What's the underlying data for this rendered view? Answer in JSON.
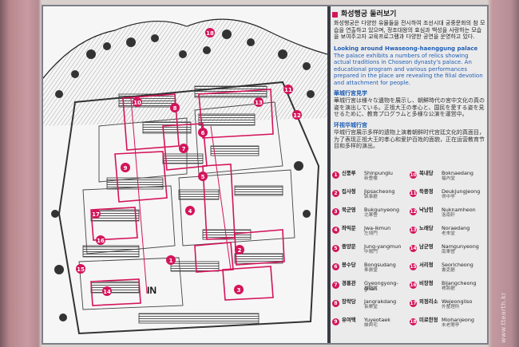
{
  "sign": {
    "title_ko": "화성행궁 둘러보기",
    "desc_ko": "화성행궁은 다양한 유물들을 전시하여 조선시대 궁중문화의 참 모습을 연출하고 있으며, 정조대왕의 효심과 백성을 사랑하는 모습을 보여주고자 교육프로그램과 다양한 공연을 운영하고 있다.",
    "title_en": "Looking around Hwaseong-haenggung palace",
    "desc_en": "The palace exhibits a numbers of relics showing actual traditions in Choseon dynasty's palace. An educational program and various performances prepared in the place are revealing the filial devotion and attachment for people.",
    "title_ja": "華城行宮見学",
    "desc_ja": "華城行宮は様々な遺物を展示し、朝鮮時代の宮中文化の真の姿を演出している。正祖大王の孝心と、国民を愛する姿を見せるために、教育プログラムと多様な公演を運営中。",
    "title_zh": "环视华城行宫",
    "desc_zh": "华城行宫展示多样的遗物上演着朝鲜时代宫廷文化的真面目，为了表现正祖大王的孝心和爱护百姓的面貌，正在运营教育节目和多样的演出。"
  },
  "map": {
    "entrance_label": "IN",
    "markers": [
      "1",
      "2",
      "3",
      "4",
      "5",
      "6",
      "7",
      "8",
      "9",
      "10",
      "11",
      "12",
      "13",
      "14",
      "15",
      "16",
      "17",
      "18"
    ]
  },
  "legend": [
    {
      "num": "1",
      "ko": "신풍루",
      "ro": "Shinpunglu",
      "hj": "新豊樓"
    },
    {
      "num": "2",
      "ko": "집사청",
      "ro": "Jipsacheong",
      "hj": "執事廳"
    },
    {
      "num": "3",
      "ko": "북군영",
      "ro": "Bukgunyeong",
      "hj": "北軍營"
    },
    {
      "num": "4",
      "ko": "좌익문",
      "ro": "Jwa-ikmun",
      "hj": "左翊門"
    },
    {
      "num": "5",
      "ko": "중양문",
      "ro": "Jung-yangmun",
      "hj": "中陽門"
    },
    {
      "num": "6",
      "ko": "봉수당",
      "ro": "Bongsudang",
      "hj": "奉壽堂"
    },
    {
      "num": "7",
      "ko": "경룡관",
      "ro": "Gyeongyong-ghan",
      "hj": "景龍館"
    },
    {
      "num": "8",
      "ko": "장락당",
      "ro": "Jangrakdang",
      "hj": "長樂堂"
    },
    {
      "num": "9",
      "ko": "유여택",
      "ro": "Yuyeotaek",
      "hj": "維與宅"
    },
    {
      "num": "10",
      "ko": "복내당",
      "ro": "Boknaedang",
      "hj": "福內堂"
    },
    {
      "num": "11",
      "ko": "득중정",
      "ro": "Deukjungjeong",
      "hj": "得中亭"
    },
    {
      "num": "12",
      "ko": "낙남헌",
      "ro": "Nuknamheon",
      "hj": "洛南軒"
    },
    {
      "num": "13",
      "ko": "노래당",
      "ro": "Noraedang",
      "hj": "老來堂"
    },
    {
      "num": "14",
      "ko": "남군영",
      "ro": "Namgunyeong",
      "hj": "南軍營"
    },
    {
      "num": "15",
      "ko": "서리청",
      "ro": "Seoricheong",
      "hj": "書吏廳"
    },
    {
      "num": "16",
      "ko": "비장청",
      "ro": "Bijangcheong",
      "hj": "裨將廳"
    },
    {
      "num": "17",
      "ko": "외정리소",
      "ro": "Wejeongliso",
      "hj": "外整理所"
    },
    {
      "num": "18",
      "ko": "미로한정",
      "ro": "Miohanjeong",
      "hj": "未老閒亭"
    }
  ],
  "watermark": "www.ttearth.kr",
  "colors": {
    "marker": "#d4145a",
    "english": "#1f5fb3",
    "board": "#ecebec"
  }
}
